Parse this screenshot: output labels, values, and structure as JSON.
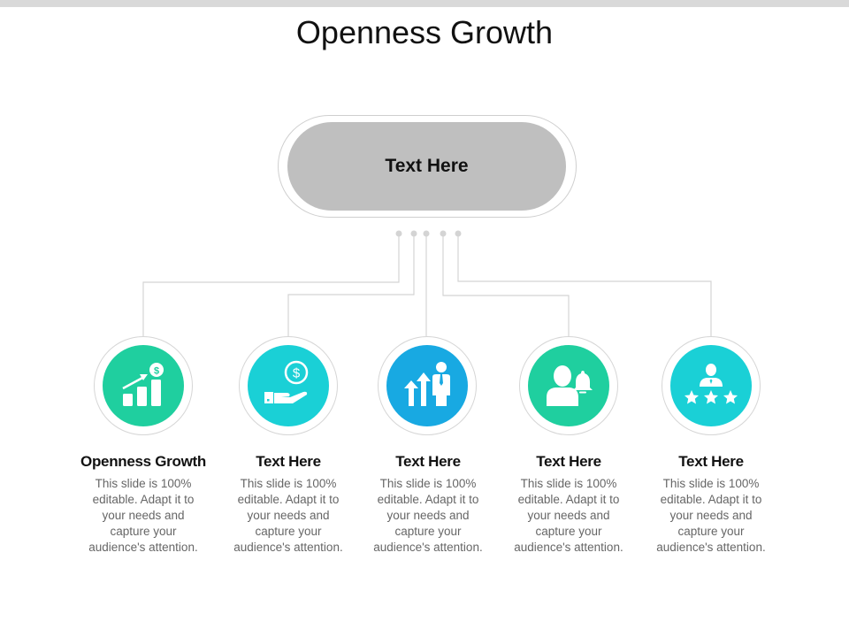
{
  "slide": {
    "title": "Openness Growth",
    "central_node": {
      "label": "Text Here",
      "fill": "#bfbfbf"
    },
    "connector_color": "#d4d4d4",
    "items": [
      {
        "heading": "Openness Growth",
        "body": "This slide is 100% editable. Adapt it to your needs and capture your audience's attention.",
        "icon": "growth-chart-dollar-icon",
        "color": "#1fcf9f"
      },
      {
        "heading": "Text Here",
        "body": "This slide is 100% editable. Adapt it to your needs and capture your audience's attention.",
        "icon": "hand-coin-icon",
        "color": "#1ad0d6"
      },
      {
        "heading": "Text Here",
        "body": "This slide is 100% editable. Adapt it to your needs and capture your audience's attention.",
        "icon": "businessman-arrows-icon",
        "color": "#18a9e2"
      },
      {
        "heading": "Text Here",
        "body": "This slide is 100% editable. Adapt it to your needs and capture your audience's attention.",
        "icon": "user-bell-icon",
        "color": "#1fcf9f"
      },
      {
        "heading": "Text Here",
        "body": "This slide is 100% editable. Adapt it to your needs and capture your audience's attention.",
        "icon": "user-stars-icon",
        "color": "#1ad0d6"
      }
    ]
  }
}
